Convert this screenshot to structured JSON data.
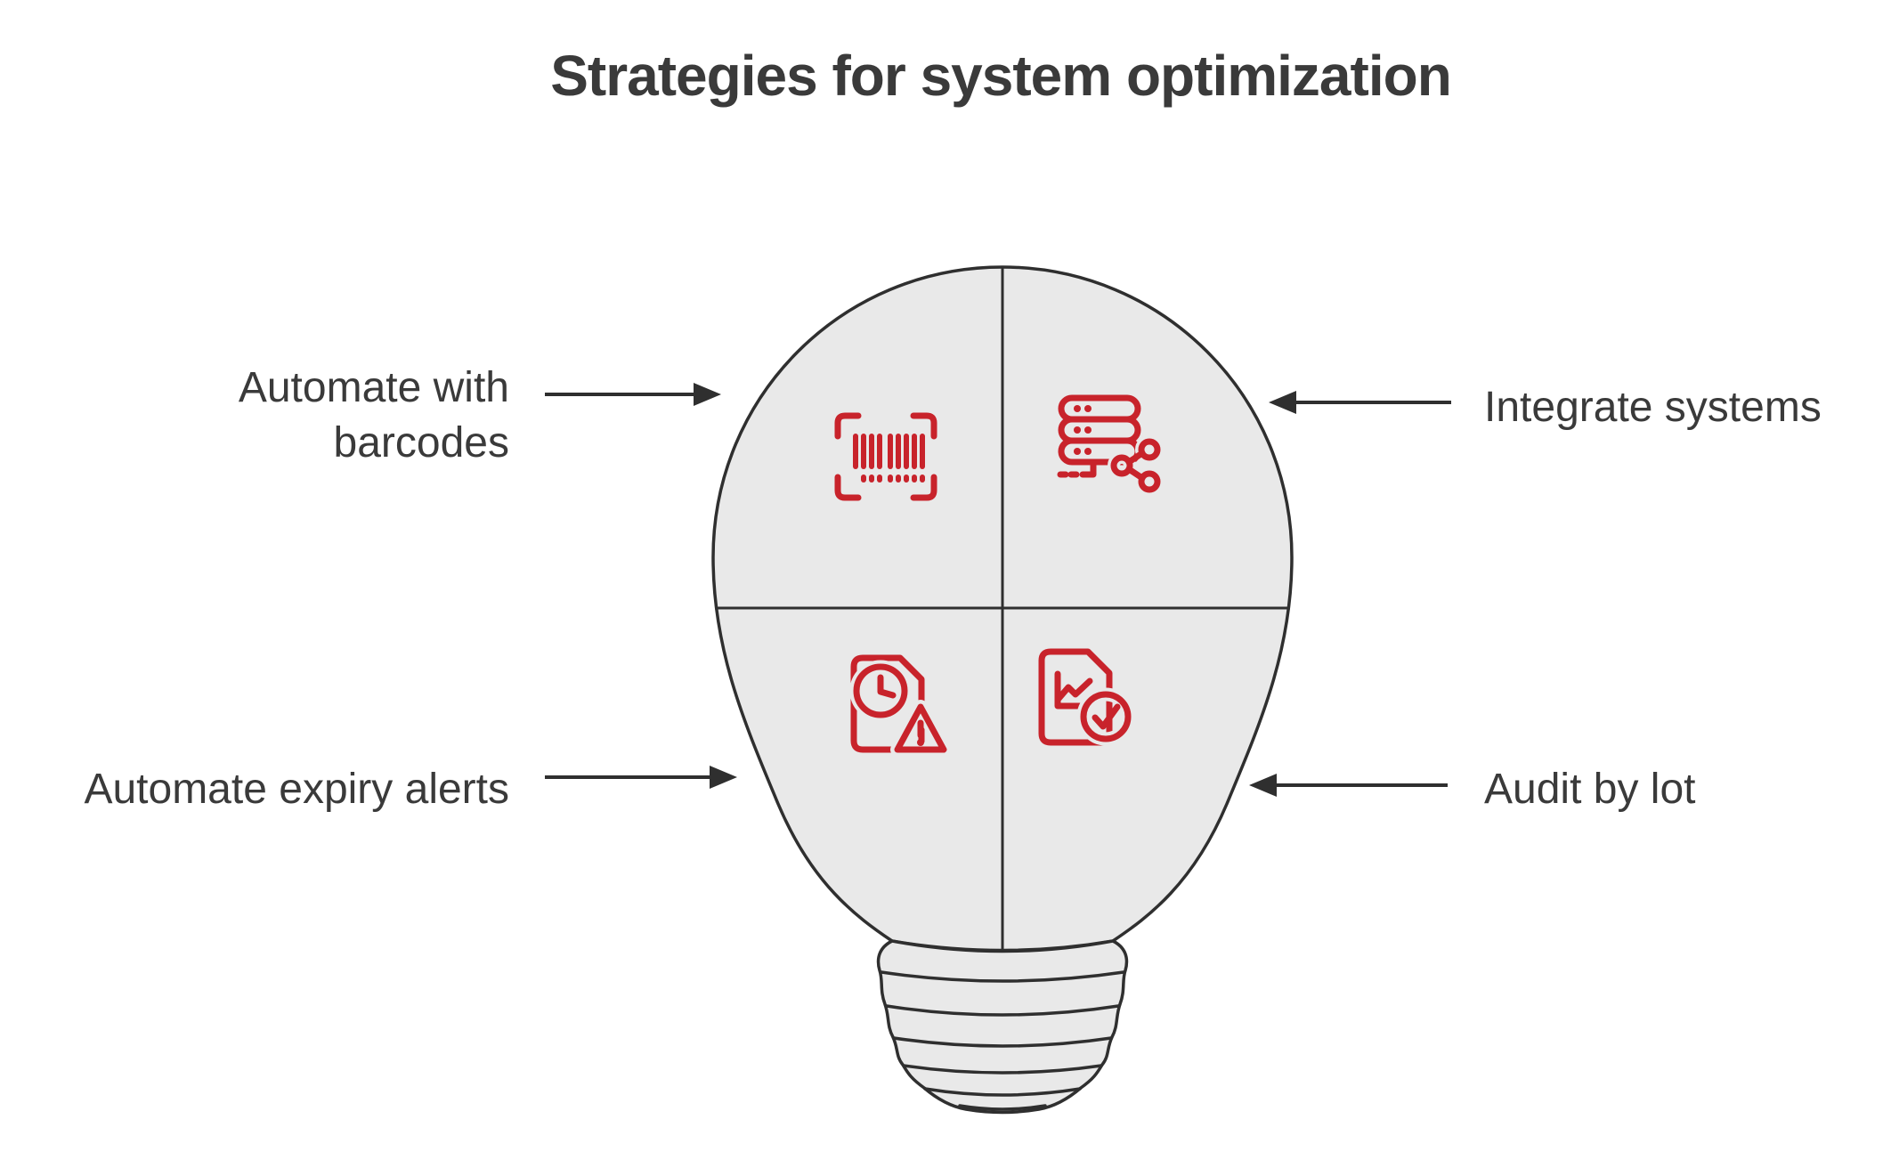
{
  "title": "Strategies for system optimization",
  "colors": {
    "accent_red": "#c8232b",
    "bulb_fill": "#e9e9e9",
    "outline_dark": "#2f2f2f",
    "text_dark": "#3a3a3a"
  },
  "strategies": [
    {
      "position": "top-left",
      "label": "Automate with barcodes",
      "icon": "barcode-scan-icon"
    },
    {
      "position": "top-right",
      "label": "Integrate systems",
      "icon": "server-integration-icon"
    },
    {
      "position": "bottom-left",
      "label": "Automate expiry alerts",
      "icon": "expiry-alert-document-icon"
    },
    {
      "position": "bottom-right",
      "label": "Audit by lot",
      "icon": "audit-check-document-icon"
    }
  ]
}
